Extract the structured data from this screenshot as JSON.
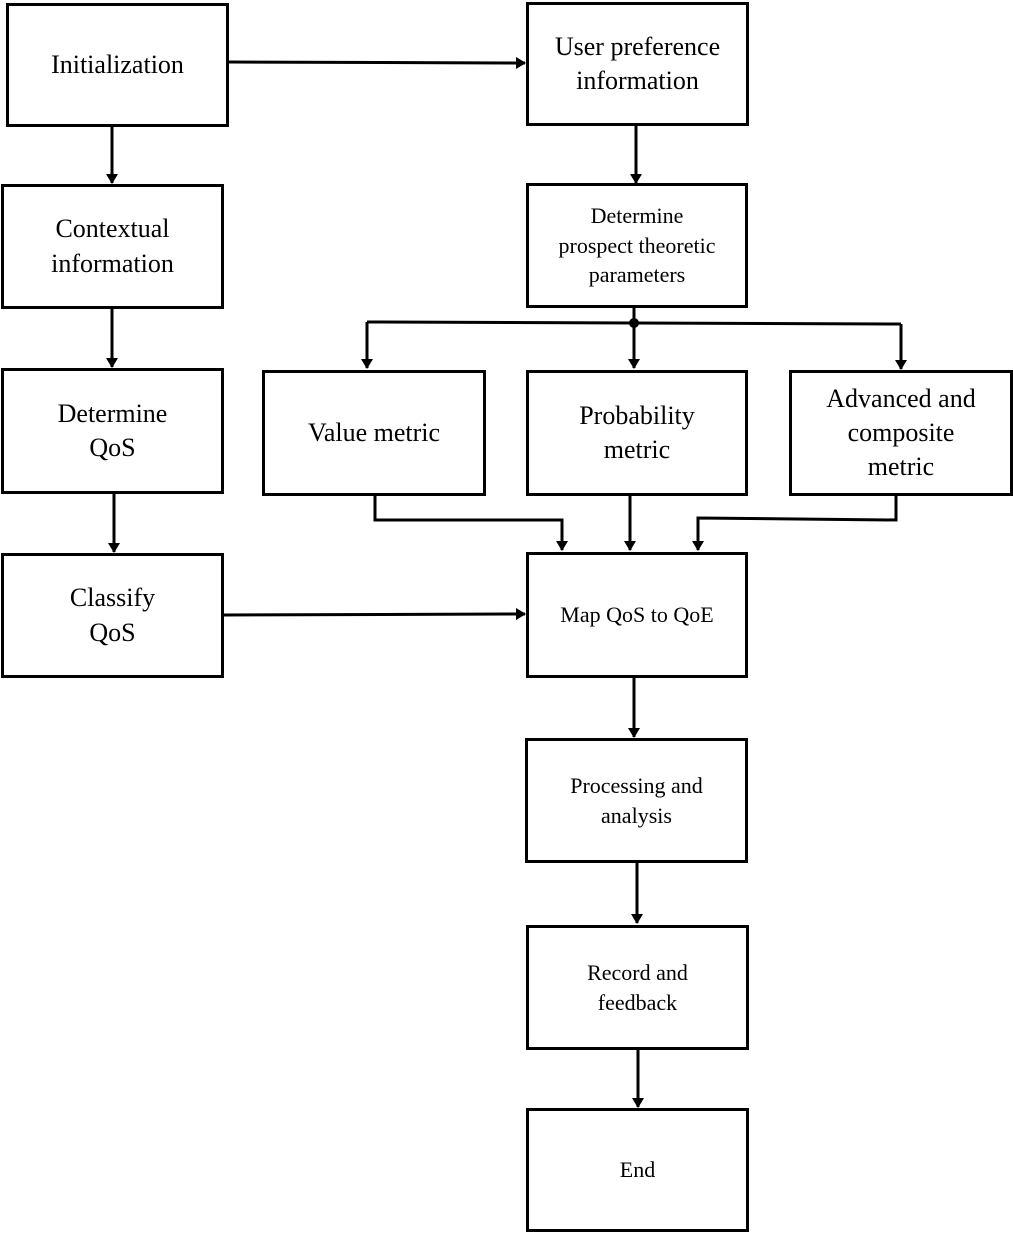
{
  "nodes": {
    "initialization": "Initialization",
    "user_pref": "User preference\ninformation",
    "contextual": "Contextual\ninformation",
    "determine_prospect": "Determine\nprospect theoretic\nparameters",
    "determine_qos": "Determine\nQoS",
    "value_metric": "Value metric",
    "probability_metric": "Probability\nmetric",
    "advanced_metric": "Advanced and\ncomposite\nmetric",
    "classify_qos": "Classify\nQoS",
    "map_qos": "Map QoS to QoE",
    "processing": "Processing and\nanalysis",
    "record": "Record and\nfeedback",
    "end": "End"
  },
  "colors": {
    "stroke": "#000000",
    "background": "#ffffff"
  }
}
